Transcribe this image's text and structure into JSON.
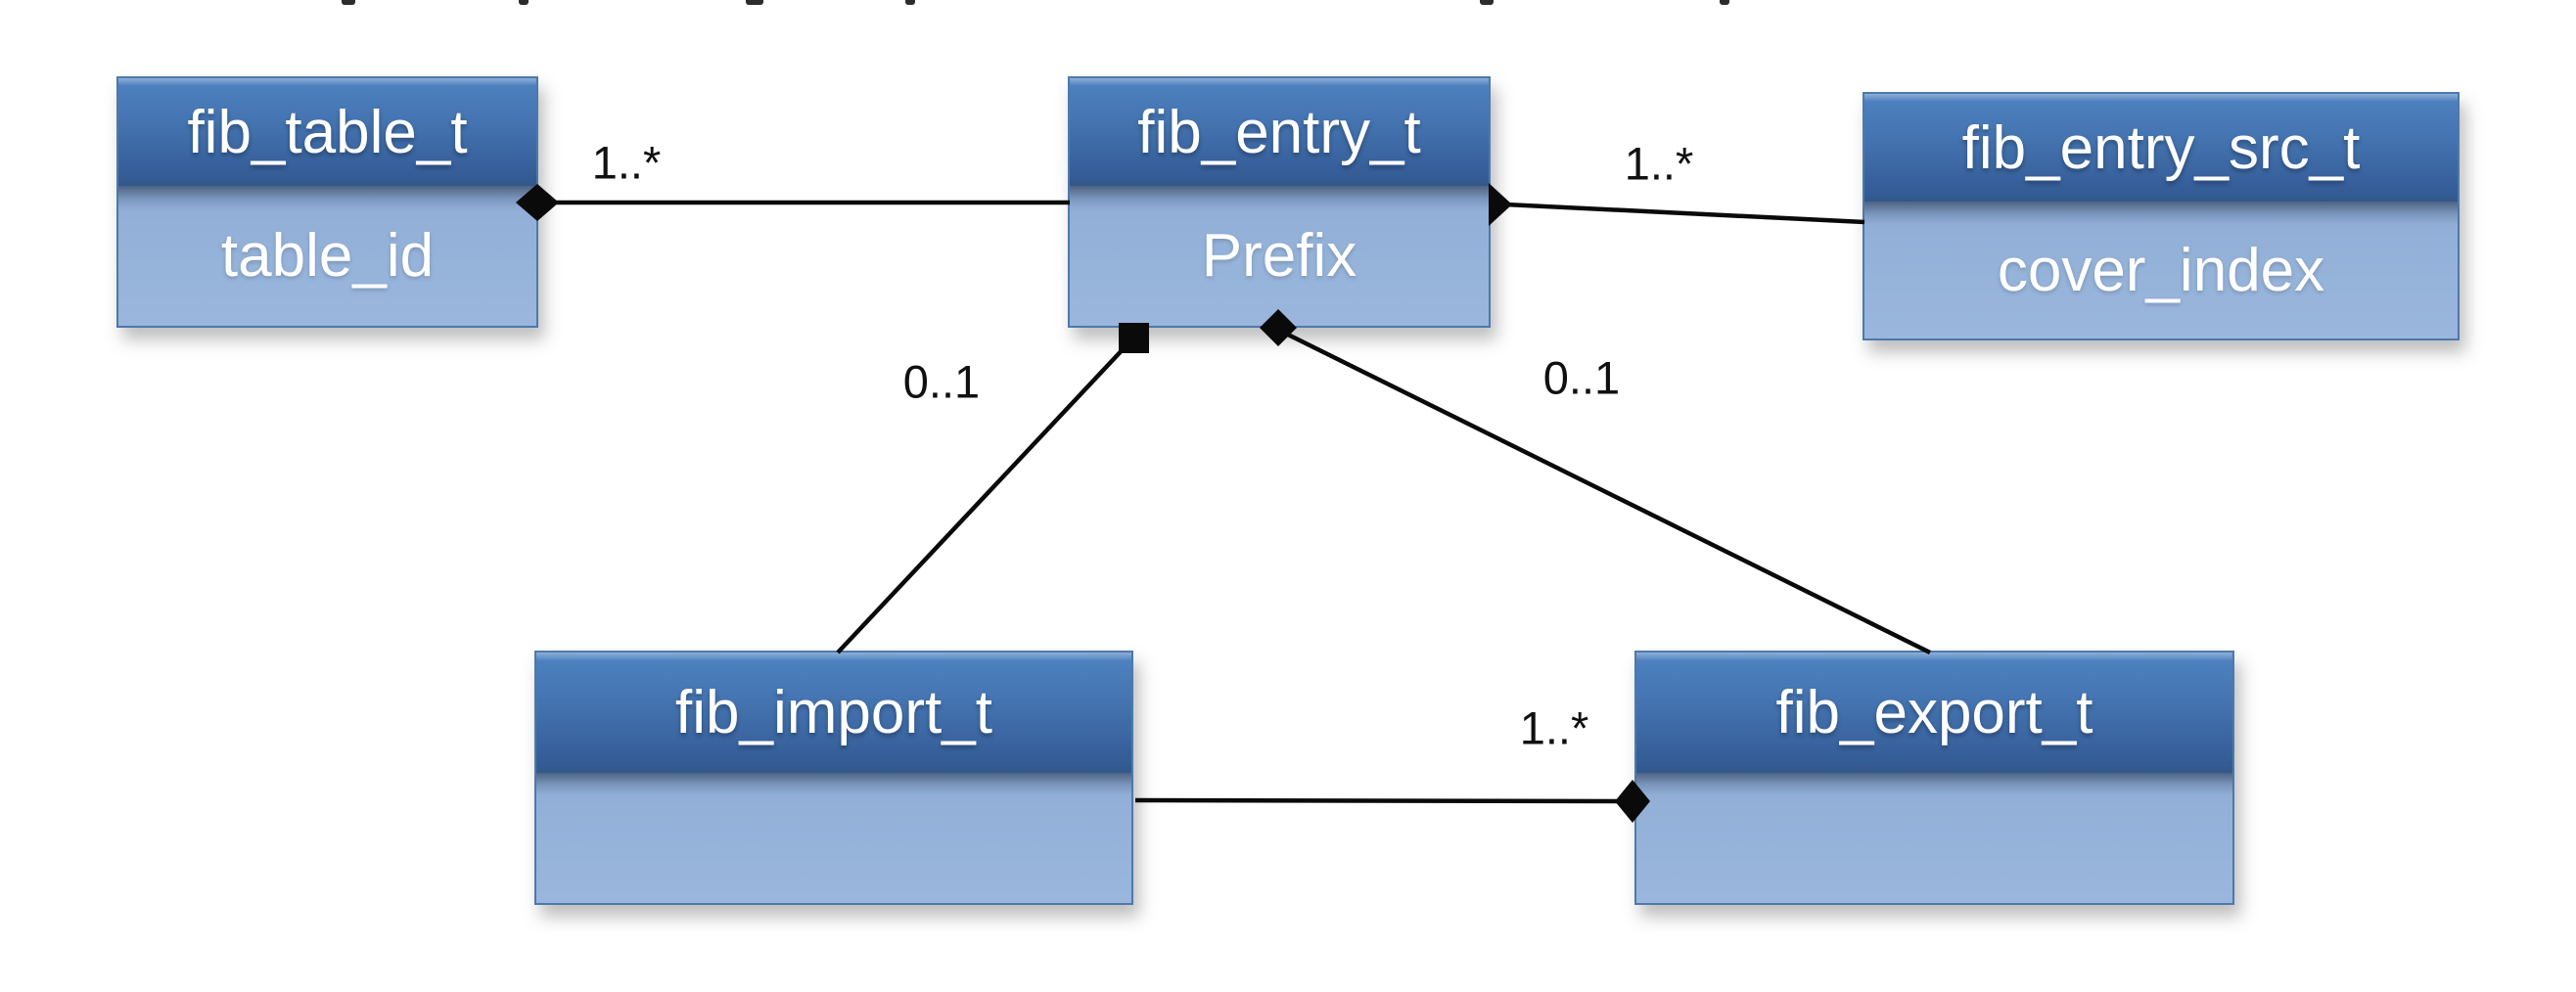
{
  "diagram": {
    "type": "uml-class-diagram",
    "background_color": "#ffffff",
    "classes": [
      {
        "name": "fib_table_t",
        "attribute": "table_id"
      },
      {
        "name": "fib_entry_t",
        "attribute": "Prefix"
      },
      {
        "name": "fib_entry_src_t",
        "attribute": "cover_index"
      },
      {
        "name": "fib_import_t",
        "attribute": ""
      },
      {
        "name": "fib_export_t",
        "attribute": ""
      }
    ],
    "relations": [
      {
        "from": "fib_table_t",
        "to": "fib_entry_t",
        "multiplicity": "1..*",
        "source_marker": "filled-diamond"
      },
      {
        "from": "fib_entry_t",
        "to": "fib_entry_src_t",
        "multiplicity": "1..*",
        "source_marker": "filled-diamond"
      },
      {
        "from": "fib_entry_t",
        "to": "fib_import_t",
        "multiplicity": "0..1",
        "source_marker": "filled-square"
      },
      {
        "from": "fib_entry_t",
        "to": "fib_export_t",
        "multiplicity": "0..1",
        "source_marker": "filled-diamond"
      },
      {
        "from": "fib_export_t",
        "to": "fib_import_t",
        "multiplicity": "1..*",
        "source_marker": "filled-diamond"
      }
    ],
    "colors": {
      "header_gradient_top": "#4d80bf",
      "header_gradient_bottom": "#32588c",
      "body_fill": "#95b3d7",
      "box_border": "#4d79ac",
      "connector_line": "#0a0a0a",
      "marker_fill": "#0a0a0a",
      "title_text": "#ffffff",
      "label_text": "#101010"
    }
  }
}
